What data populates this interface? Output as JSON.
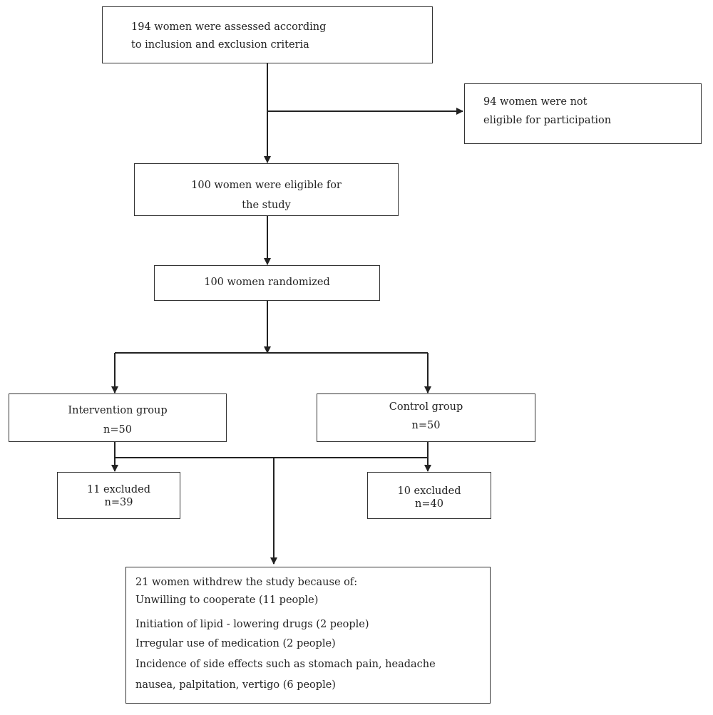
{
  "screening": {
    "line1": "194 women were assessed according",
    "line2": "to inclusion and exclusion criteria"
  },
  "not_eligible": {
    "line1": "94 women were not",
    "line2": "eligible for participation"
  },
  "eligible": {
    "line1": "100 women were eligible for",
    "line2": "the study"
  },
  "randomized": {
    "line1": "100 women randomized"
  },
  "intervention": {
    "label": "Intervention group",
    "n": "n=50"
  },
  "control": {
    "label": "Control group",
    "n": "n=50"
  },
  "intervention_excluded": {
    "line1": "11 excluded",
    "n": "n=39"
  },
  "control_excluded": {
    "line1": "10 excluded",
    "n": "n=40"
  },
  "withdrawal": {
    "title": "21 women withdrew the study because of:",
    "reasons": [
      "Unwilling to cooperate (11 people)",
      "Initiation of lipid - lowering drugs (2 people)",
      "Irregular use of medication (2 people)",
      "Incidence of side effects such as stomach pain, headache",
      "nausea, palpitation, vertigo (6 people)"
    ]
  }
}
